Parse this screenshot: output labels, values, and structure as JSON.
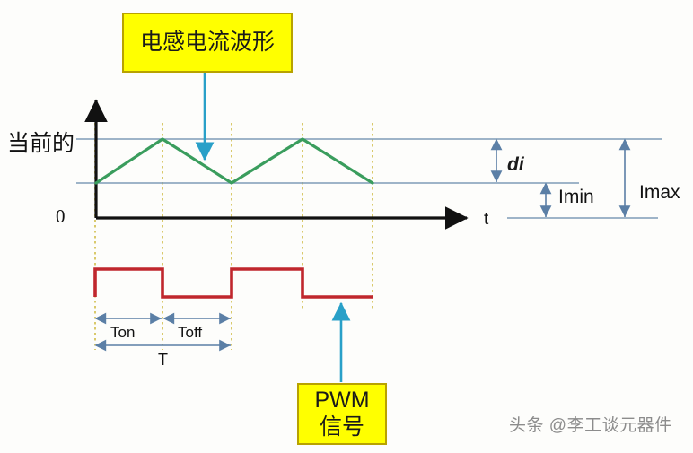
{
  "figure": {
    "title_box": "电感电流波形",
    "pwm_box": "PWM\n信号",
    "pwm_box_line1": "PWM",
    "pwm_box_line2": "信号",
    "watermark": "头条 @李工谈元器件"
  },
  "axes": {
    "y_axis_label": "当前的",
    "origin_label": "0",
    "x_axis_label": "t"
  },
  "measurements": {
    "ripple": "di",
    "min_current": "Imin",
    "max_current": "Imax",
    "on_time": "Ton",
    "off_time": "Toff",
    "period": "T"
  },
  "colors": {
    "callout_fill": "#ffff00",
    "callout_border": "#b8a200",
    "inductor_current": "#3a9d5d",
    "pwm_signal": "#c0272d",
    "arrow_accent": "#29a0c8",
    "dimension_line": "#5b7fa6",
    "level_line": "#7e9cb8",
    "gridline_dotted": "#d9c96b",
    "axis": "#111111",
    "watermark": "#8c8c8c"
  },
  "chart_data": {
    "type": "line",
    "title": "电感电流波形",
    "xlabel": "t",
    "ylabel": "当前的",
    "series": [
      {
        "name": "电感电流波形",
        "color": "#3a9d5d",
        "points": [
          {
            "x": 0,
            "y": "Imin"
          },
          {
            "x": "Ton",
            "y": "Imax"
          },
          {
            "x": "T",
            "y": "Imin"
          },
          {
            "x": "T+Ton",
            "y": "Imax"
          },
          {
            "x": "2T",
            "y": "Imin"
          }
        ]
      },
      {
        "name": "PWM 信号",
        "color": "#c0272d",
        "points": [
          {
            "x": 0,
            "y": "high"
          },
          {
            "x": "Ton",
            "y": "high"
          },
          {
            "x": "Ton",
            "y": "low"
          },
          {
            "x": "T",
            "y": "low"
          },
          {
            "x": "T",
            "y": "high"
          },
          {
            "x": "T+Ton",
            "y": "high"
          },
          {
            "x": "T+Ton",
            "y": "low"
          },
          {
            "x": "2T",
            "y": "low"
          }
        ]
      }
    ],
    "levels": [
      "Imax",
      "Imin",
      "0"
    ],
    "annotations": [
      "di",
      "Imin",
      "Imax",
      "Ton",
      "Toff",
      "T"
    ],
    "grid": false,
    "legend": "none"
  }
}
